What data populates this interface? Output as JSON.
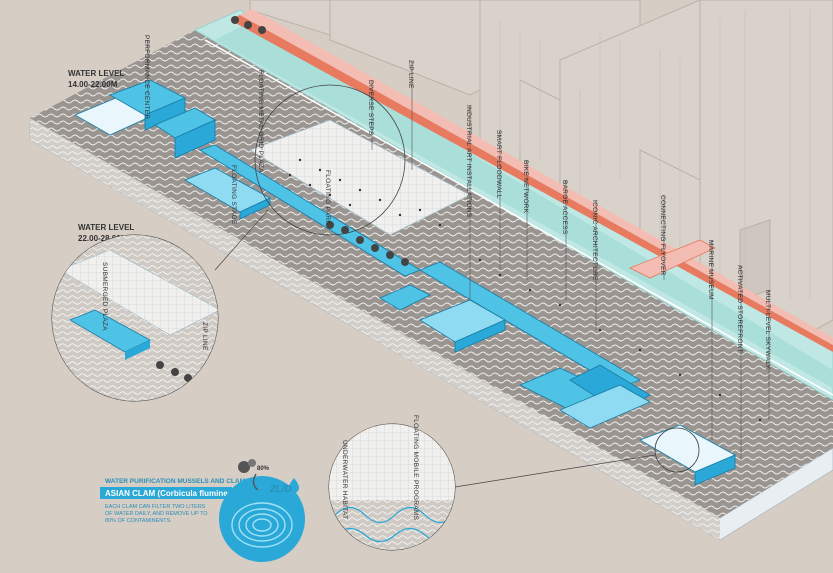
{
  "water_levels": {
    "high": {
      "title": "WATER LEVEL",
      "range": "14.00-22.00M"
    },
    "low": {
      "title": "WATER LEVEL",
      "range": "22.00-28.00M"
    }
  },
  "labels": {
    "performance_center": "PERFORMANCE CENTER",
    "floating_metal_grid_plaza": "FLOATING METAL GRID PLAZA",
    "diverse_steps": "DIVERSE STEPS",
    "zip_line": "ZIP LINE",
    "industrial_art_installations": "INDUSTRIAL ART INSTALLATIONS",
    "smart_floodwall": "SMART FLOODWALL",
    "bike_network": "BIKE NETWORK",
    "barge_access": "BARGE ACCESS",
    "iconic_architecture": "ICONIC ARCHITECTURE",
    "connecting_flyover": "CONNECTING FLYOVER",
    "marine_museum": "MARINE MUSEUM",
    "activated_storefront": "ACTIVATED STOREFRONT",
    "multi_level_skywalk": "MULTI-LEVEL SKYWALK",
    "floating_stage": "FLOATING STAGE",
    "floating_park": "FLOATING PARK",
    "submerged_plaza": "SUBMERGED PLAZA",
    "zip_line_inset": "ZIP LINE",
    "floating_mobile_programs": "FLOATING MOBILE PROGRAMS",
    "underwater_habitat": "UNDERWATER HABITAT"
  },
  "info": {
    "title": "WATER PURIFICATION MUSSELS AND CLAMS",
    "subtitle": "ASIAN CLAM (Corbicula fluminea)",
    "body_line1": "EACH CLAM CAN FILTER TWO LITERS",
    "body_line2": "OF WATER DAILY, AND REMOVE UP TO",
    "body_line3": "80% OF CONTAMINENTS.",
    "percent": "80%",
    "rate": "2L/D"
  },
  "colors": {
    "background": "#d6cdc4",
    "water_blue": "#4fc3e6",
    "structure_blue": "#2aa8d8",
    "promenade_teal": "#bfe7e4",
    "path_orange": "#e77a5f",
    "path_pink": "#f3bdb3",
    "building_line": "#b9b2aa"
  }
}
